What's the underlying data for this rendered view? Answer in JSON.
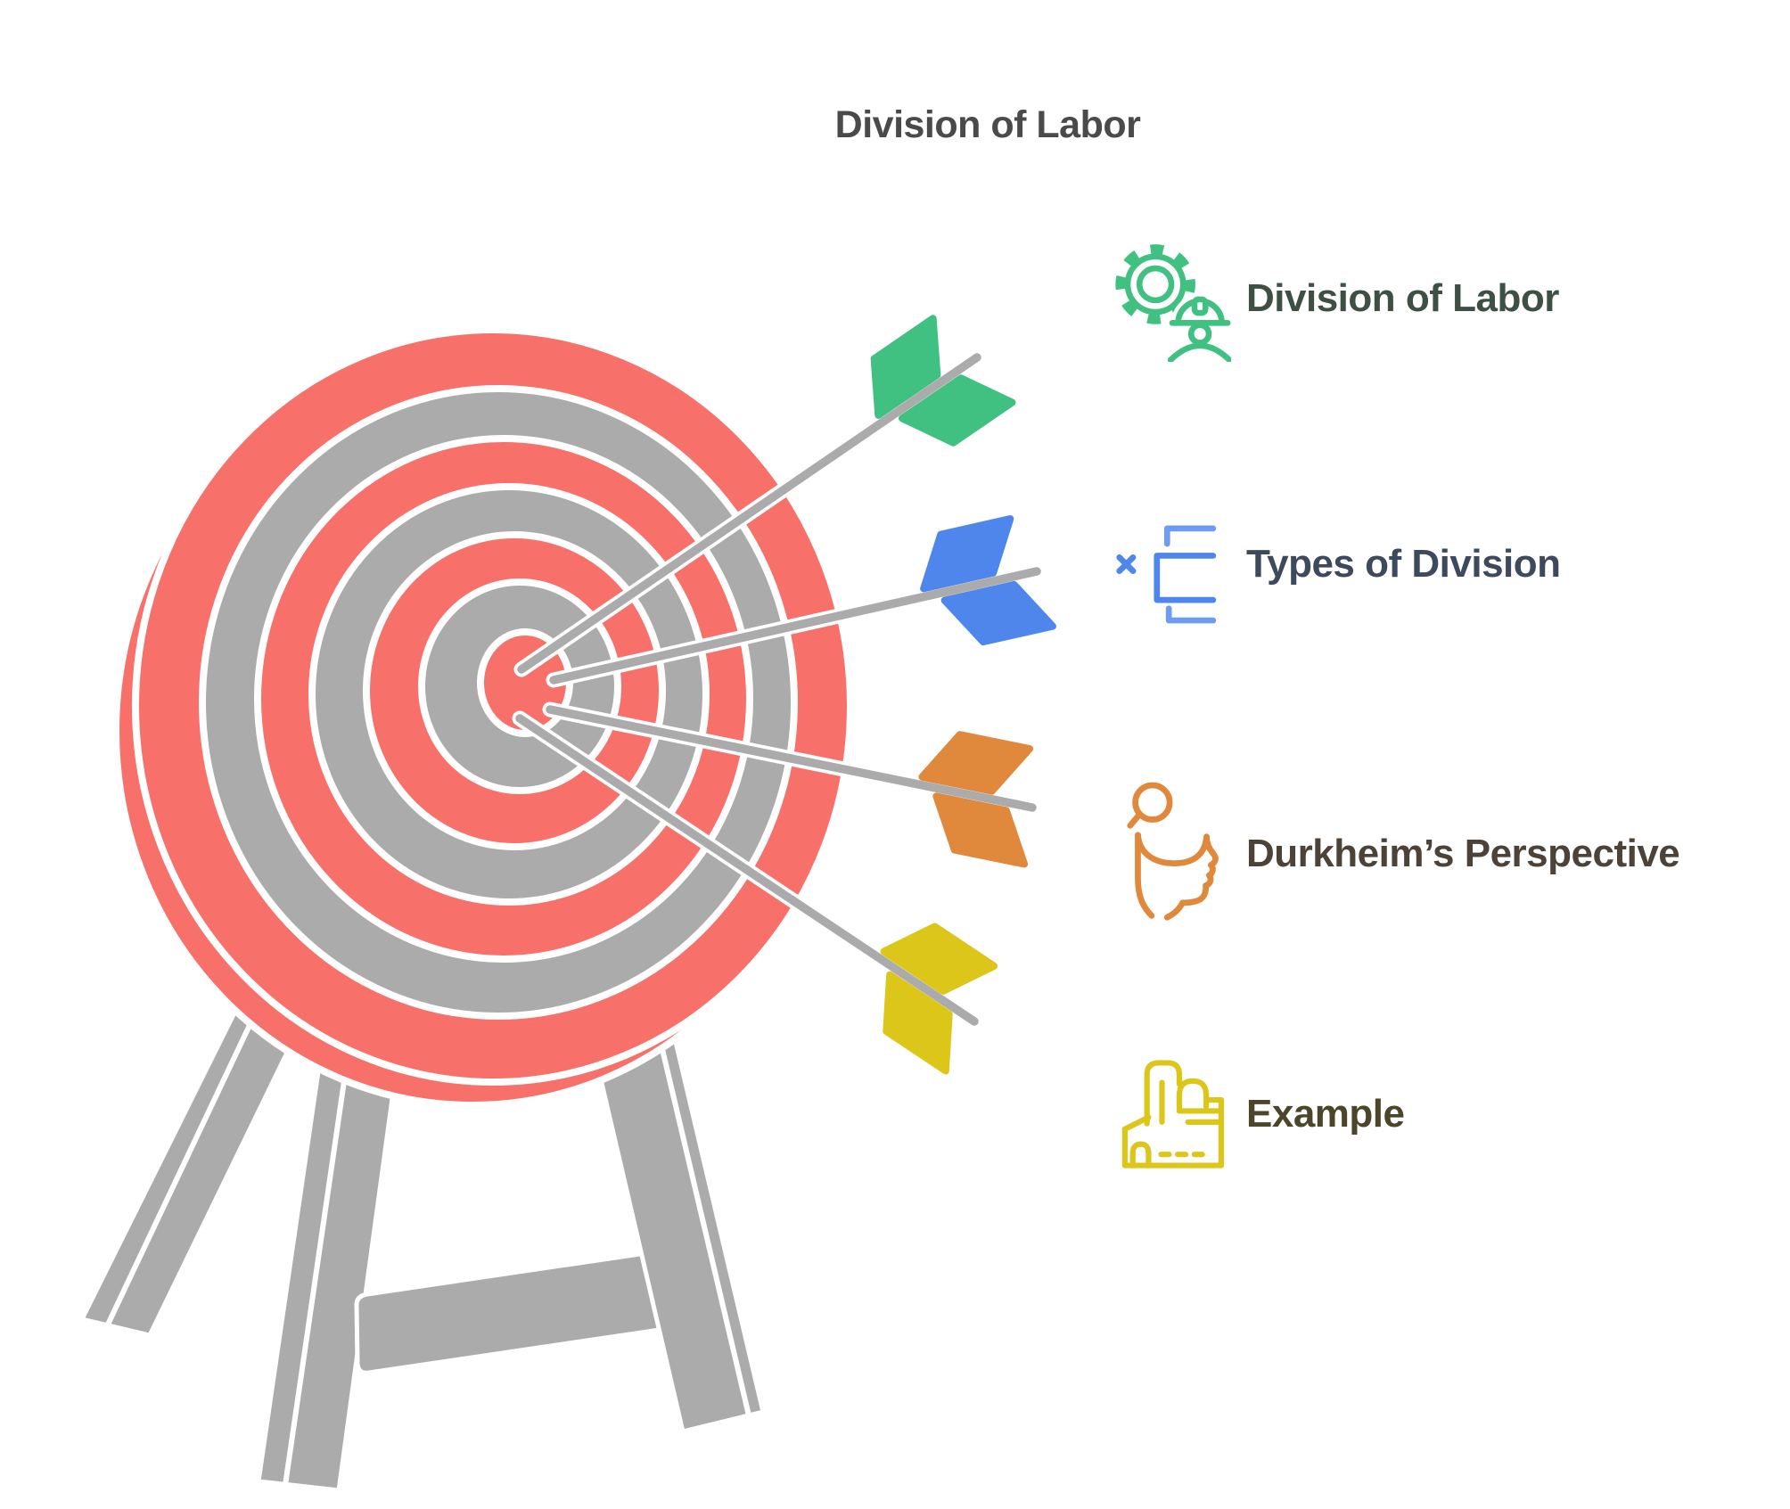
{
  "title": "Division of Labor",
  "legend": {
    "items": [
      {
        "label": "Division of Labor",
        "icon": "gear-worker-icon"
      },
      {
        "label": "Types of Division",
        "icon": "hierarchy-icon"
      },
      {
        "label": "Durkheim’s Perspective",
        "icon": "person-head-icon"
      },
      {
        "label": "Example",
        "icon": "factory-icon"
      }
    ]
  },
  "illustration": {
    "type": "archery-target-with-four-arrows",
    "arrow_fletching_colors": [
      "#41C181",
      "#4E86EC",
      "#E0883B",
      "#DCC61A"
    ]
  },
  "theme": {
    "red": "#F7706A",
    "gray": "#ABABAB",
    "white": "#FFFFFF",
    "green": "#41C181",
    "blue": "#4E86EC",
    "blue-light": "#6D9CF0",
    "orange": "#E0883B",
    "yellow": "#DCC61A",
    "title-color": "#4A4A4A",
    "row1-color": "#3E5044",
    "row2-color": "#3D4A5E",
    "row3-color": "#4D4237",
    "row4-color": "#4B462A"
  }
}
